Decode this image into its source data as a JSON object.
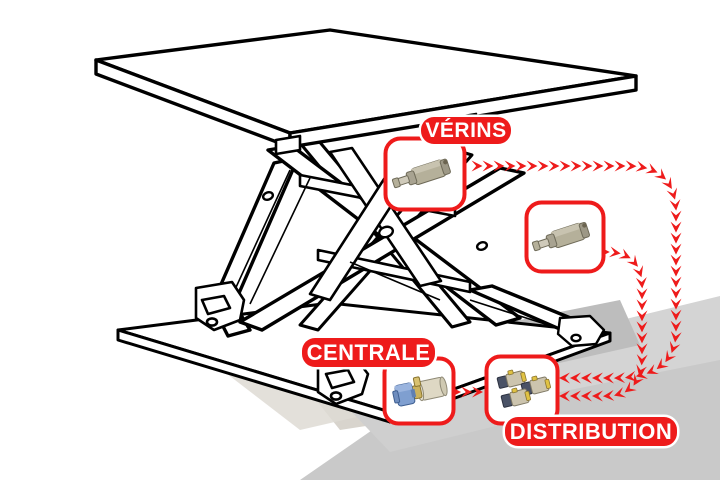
{
  "illustration": {
    "subject": "scissor-lift-table-hydraulic-schematic",
    "style": "black-line-art-technical-drawing",
    "background_color": "#ffffff",
    "accent_color": "#ee1b1b",
    "shadow_color": "#c9c9c9",
    "line_color": "#000000"
  },
  "labels": {
    "verins": "VÉRINS",
    "centrale": "CENTRALE",
    "distribution": "DISTRIBUTION"
  },
  "components": {
    "cylinder_upper": {
      "name": "hydraulic-cylinder",
      "body_color": "#b5b09a",
      "rod_color": "#cfcaba"
    },
    "cylinder_lower": {
      "name": "hydraulic-cylinder",
      "body_color": "#b5b09a",
      "rod_color": "#cfcaba"
    },
    "power_unit": {
      "name": "hydraulic-power-unit",
      "motor_color": "#7f9fd0",
      "reservoir_color": "#ded8c4",
      "fitting_color": "#c9a94a"
    },
    "valve_block": {
      "name": "solenoid-valve-manifold",
      "coil_color": "#4a5266",
      "body_color": "#ccc4ae",
      "port_color": "#e0c243"
    }
  },
  "flow": {
    "arrow_color": "#ee1b1b",
    "description": "chevron-flow-path"
  }
}
